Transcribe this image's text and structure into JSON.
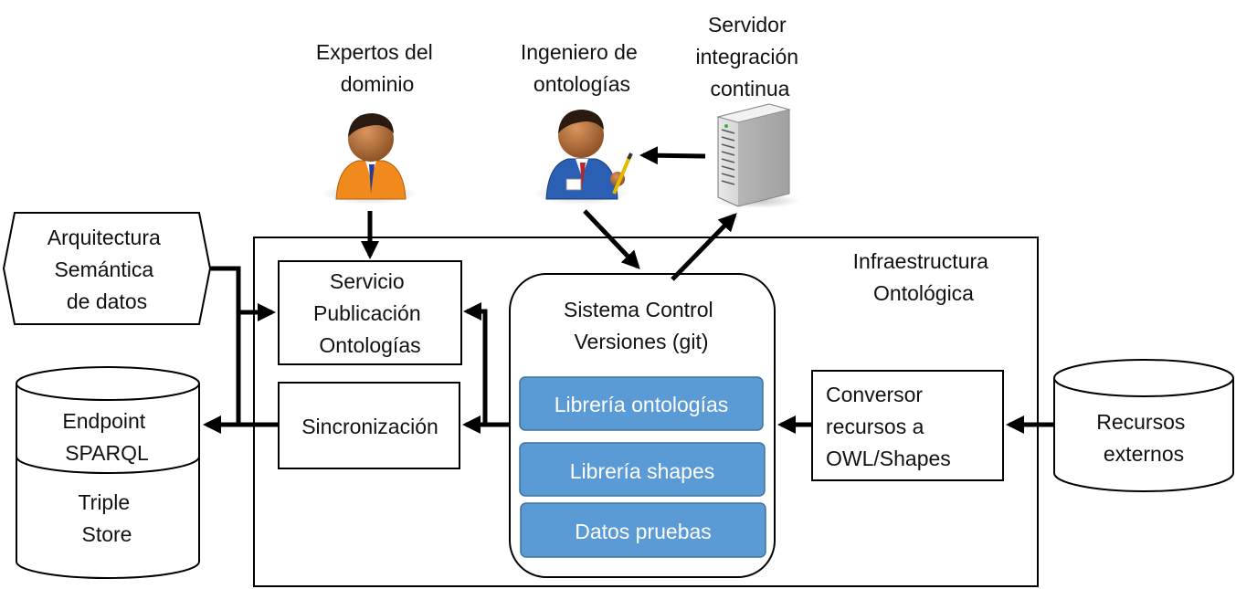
{
  "actors": {
    "domain_experts": {
      "label_lines": [
        "Expertos del",
        "dominio"
      ],
      "icon": "person-icon",
      "shirt_color": "#f08a1c"
    },
    "ontology_engineer": {
      "label_lines": [
        "Ingeniero de",
        "ontologías"
      ],
      "icon": "person-with-pen-icon",
      "shirt_color": "#2a5fb3"
    },
    "ci_server": {
      "label_lines": [
        "Servidor",
        "integración",
        "continua"
      ],
      "icon": "server-icon"
    }
  },
  "external": {
    "semantic_architecture": {
      "label_lines": [
        "Arquitectura",
        "Semántica",
        "de datos"
      ]
    },
    "triple_store": {
      "top_lines": [
        "Endpoint",
        "SPARQL"
      ],
      "bottom_lines": [
        "Triple",
        "Store"
      ]
    },
    "external_resources": {
      "label_lines": [
        "Recursos",
        "externos"
      ]
    }
  },
  "infrastructure": {
    "label_lines": [
      "Infraestructura",
      "Ontológica"
    ],
    "publication_service": {
      "label_lines": [
        "Servicio",
        "Publicación",
        "Ontologías"
      ]
    },
    "sync": {
      "label": "Sincronización"
    },
    "vcs": {
      "label_lines": [
        "Sistema Control",
        "Versiones (git)"
      ],
      "items": [
        "Librería ontologías",
        "Librería shapes",
        "Datos pruebas"
      ],
      "item_color": "#5b9bd5"
    },
    "converter": {
      "label_lines": [
        "Conversor",
        "recursos a",
        "OWL/Shapes"
      ]
    }
  }
}
